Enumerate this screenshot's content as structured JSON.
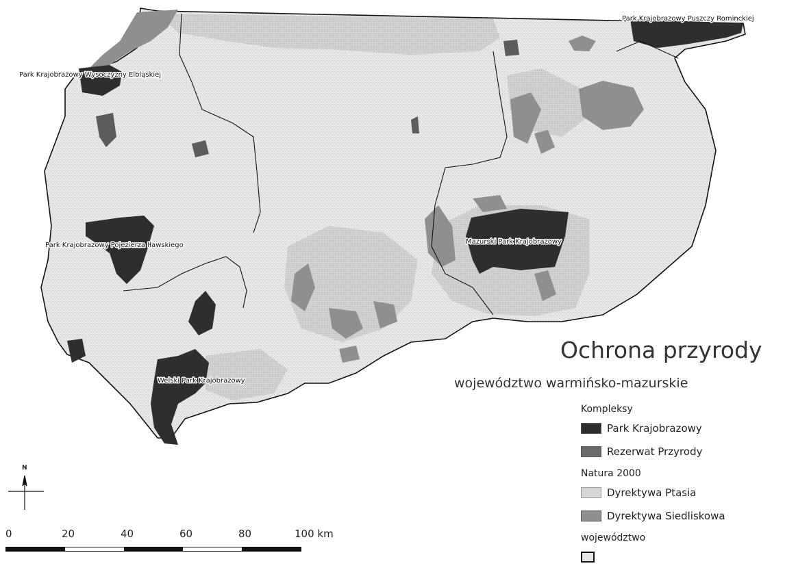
{
  "title": "Ochrona przyrody",
  "subtitle": "województwo warmińsko-mazurskie",
  "park_labels": [
    "Park Krajobrazowy Puszczy Rominckiej",
    "Park Krajobrazowy Wysoczyzny Elbląskiej",
    "Park Krajobrazowy Pojezierza Iławskiego",
    "Mazurski Park Krajobrazowy",
    "Welski Park Krajobrazowy"
  ],
  "legend": {
    "groups": [
      {
        "title": "Kompleksy",
        "items": [
          {
            "label": "Park Krajobrazowy",
            "color": "#2e2e2e"
          },
          {
            "label": "Rezerwat Przyrody",
            "color": "#6a6a6a"
          }
        ]
      },
      {
        "title": "Natura 2000",
        "items": [
          {
            "label": "Dyrektywa Ptasia",
            "color": "#d6d6d6"
          },
          {
            "label": "Dyrektywa Siedliskowa",
            "color": "#8f8f8f"
          }
        ]
      },
      {
        "title": "województwo",
        "items": [
          {
            "label": "",
            "color": "#e6e6e6"
          }
        ]
      }
    ]
  },
  "north_arrow": {
    "label": "N"
  },
  "scale_bar": {
    "ticks": [
      "0",
      "20",
      "40",
      "60",
      "80",
      "100 km"
    ]
  },
  "colors": {
    "base": "#e6e6e6",
    "bird_directive": "#d6d6d6",
    "habitat_directive": "#8f8f8f",
    "landscape_park": "#2e2e2e",
    "reserve": "#6a6a6a",
    "border": "#111111"
  }
}
